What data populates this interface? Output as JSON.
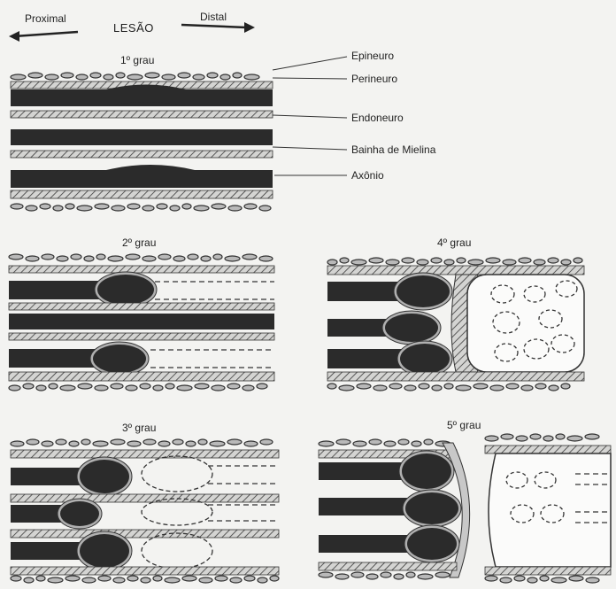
{
  "direction": {
    "proximal": "Proximal",
    "lesion": "LESÃO",
    "distal": "Distal"
  },
  "panels": {
    "grade1": "1º grau",
    "grade2": "2º grau",
    "grade3": "3º grau",
    "grade4": "4º grau",
    "grade5": "5º grau"
  },
  "structure_labels": {
    "epineurium": "Epineuro",
    "perineurium": "Perineuro",
    "endoneurium": "Endoneuro",
    "myelin": "Bainha de Mielina",
    "axon": "Axônio"
  },
  "colors": {
    "axon": "#2b2b2b",
    "sheath": "#9a9a9a",
    "background": "#f3f3f1",
    "cell": "#b9b9b9"
  }
}
